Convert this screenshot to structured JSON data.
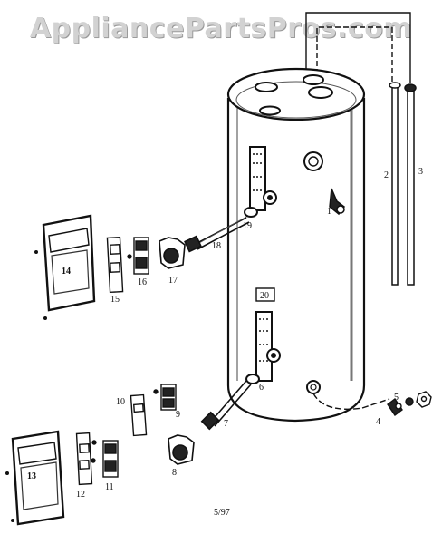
{
  "watermark": "AppliancePartsPros.com",
  "date_code": "5/97",
  "part_numbers": [
    "1",
    "2",
    "3",
    "4",
    "5",
    "6",
    "7",
    "8",
    "9",
    "10",
    "11",
    "12",
    "13",
    "14",
    "15",
    "16",
    "17",
    "18",
    "19",
    "20"
  ]
}
